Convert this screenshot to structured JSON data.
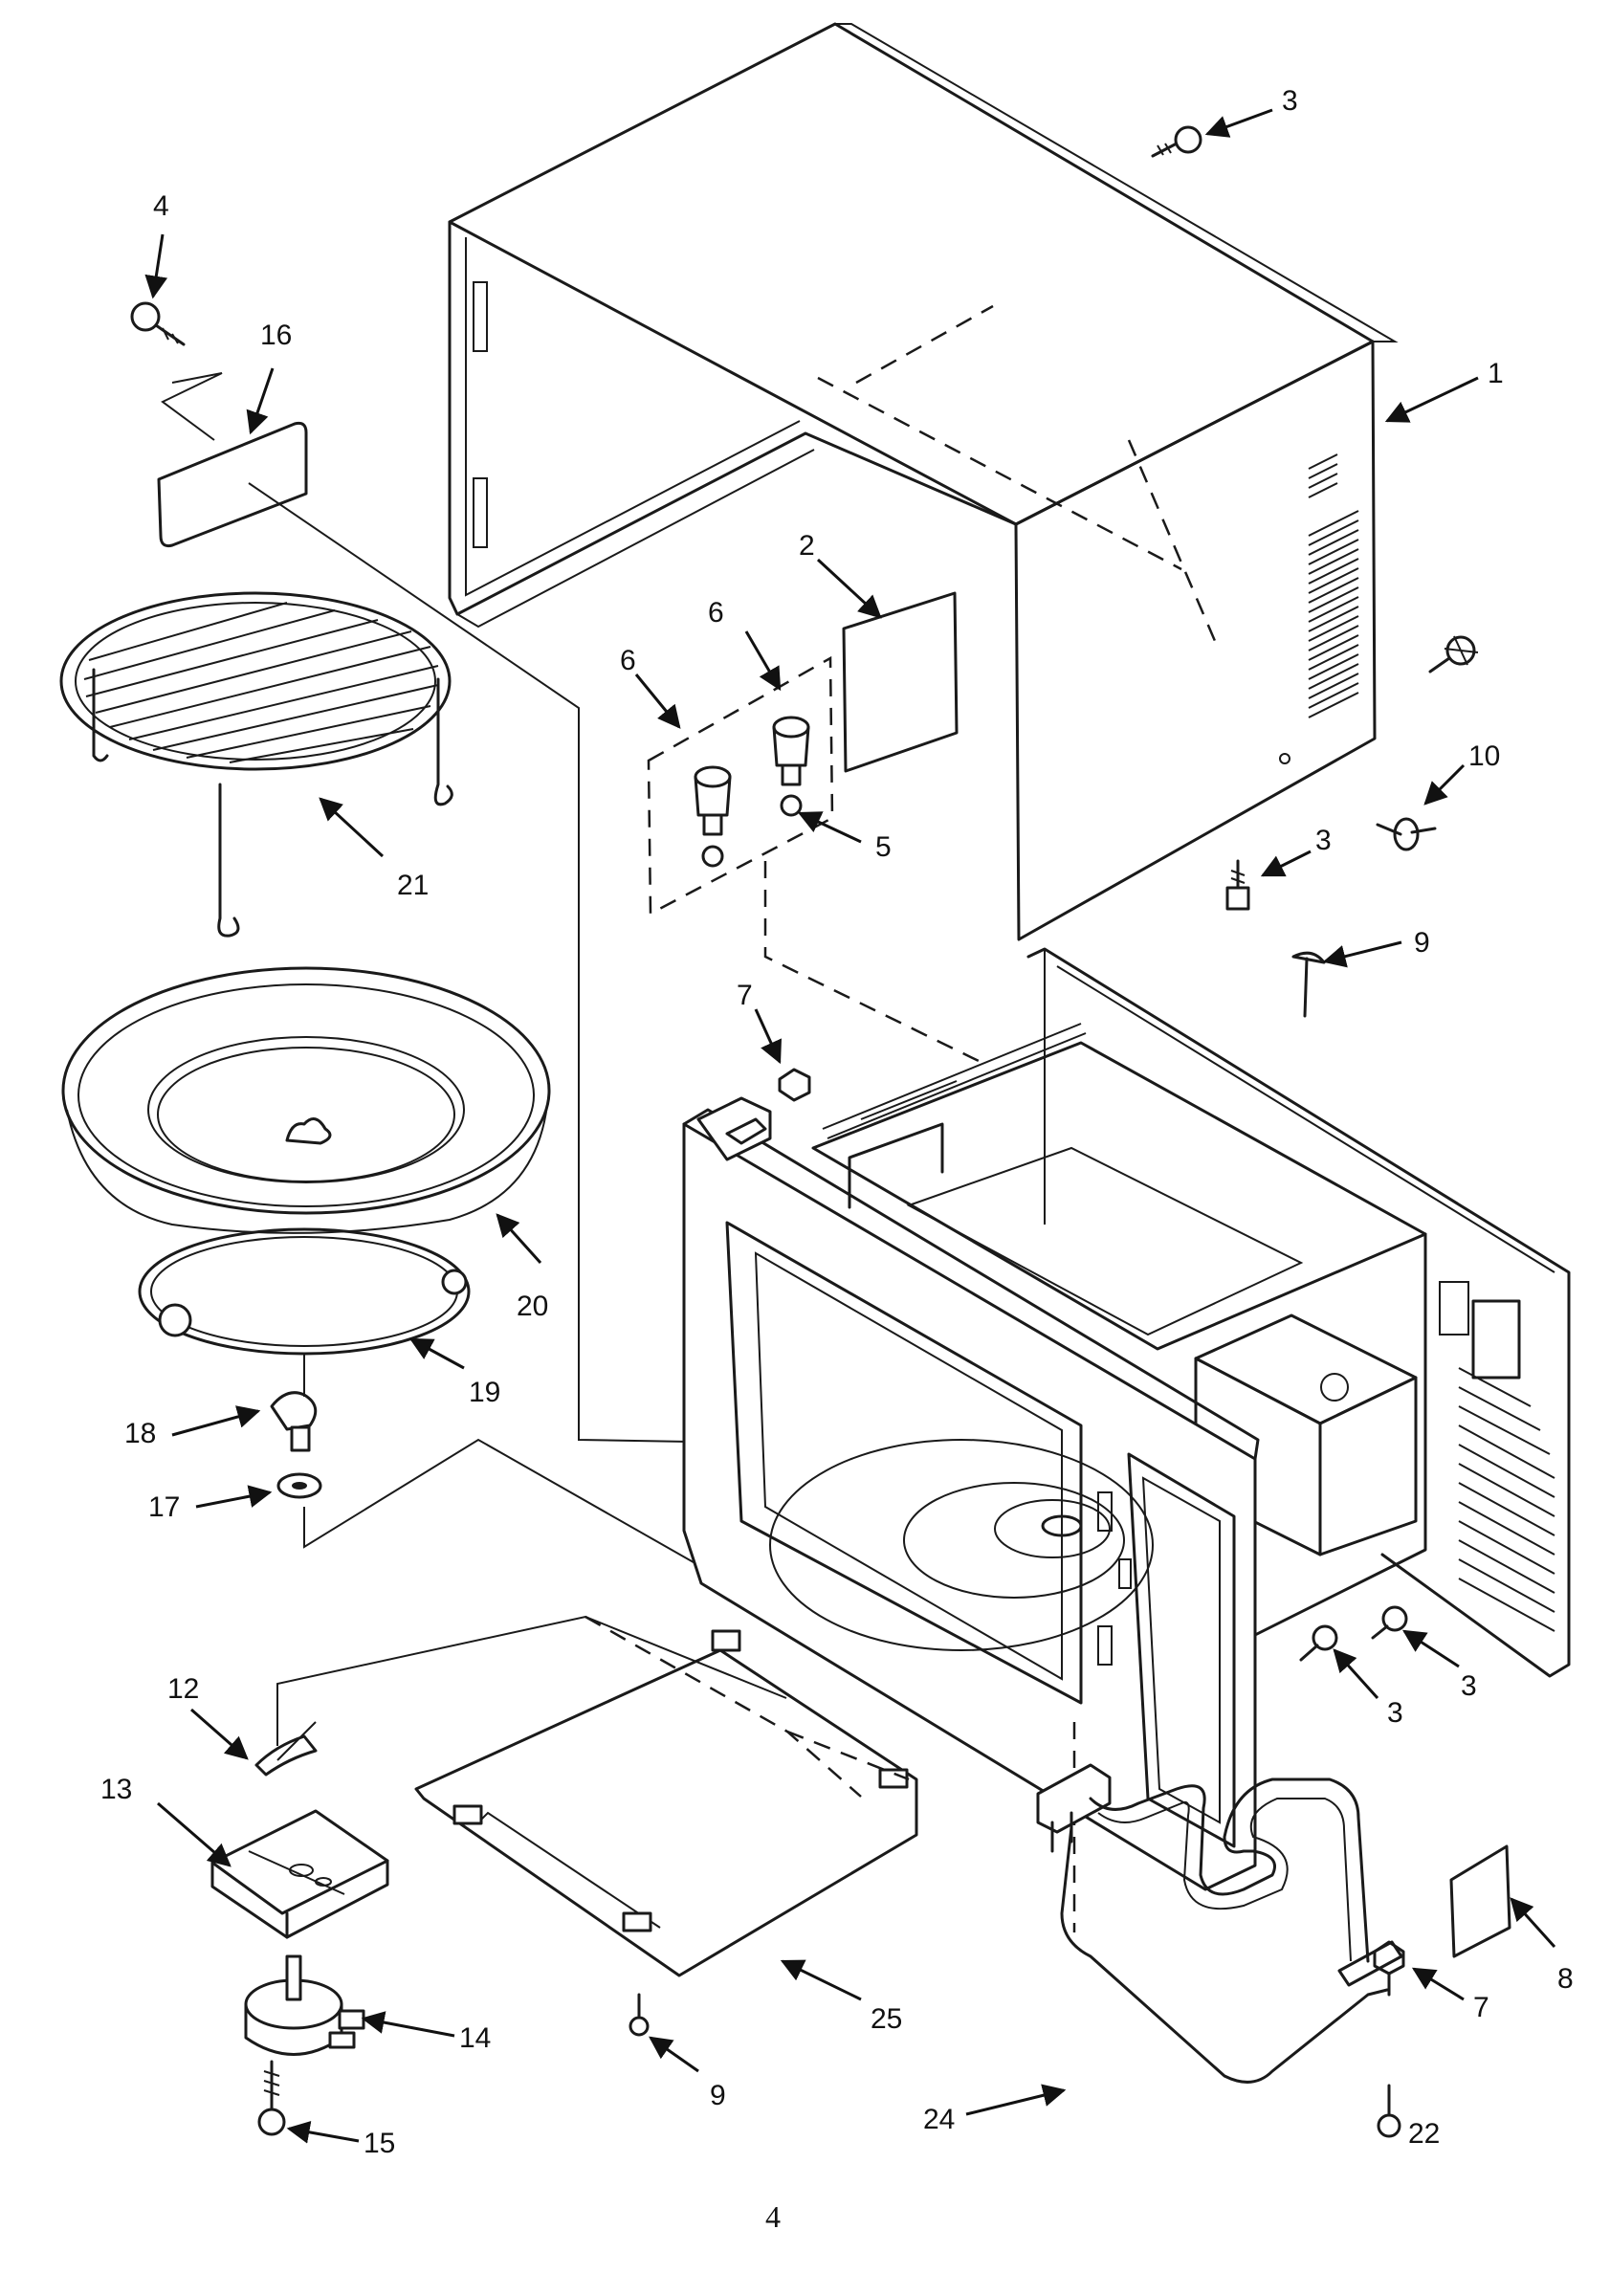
{
  "page_number": "4",
  "callouts": [
    {
      "id": "c1",
      "text": "1"
    },
    {
      "id": "c2",
      "text": "2"
    },
    {
      "id": "c3a",
      "text": "3"
    },
    {
      "id": "c3b",
      "text": "3"
    },
    {
      "id": "c3c",
      "text": "3"
    },
    {
      "id": "c3d",
      "text": "3"
    },
    {
      "id": "c4",
      "text": "4"
    },
    {
      "id": "c5",
      "text": "5"
    },
    {
      "id": "c6a",
      "text": "6"
    },
    {
      "id": "c6b",
      "text": "6"
    },
    {
      "id": "c7a",
      "text": "7"
    },
    {
      "id": "c7b",
      "text": "7"
    },
    {
      "id": "c8",
      "text": "8"
    },
    {
      "id": "c9a",
      "text": "9"
    },
    {
      "id": "c9b",
      "text": "9"
    },
    {
      "id": "c10",
      "text": "10"
    },
    {
      "id": "c12",
      "text": "12"
    },
    {
      "id": "c13",
      "text": "13"
    },
    {
      "id": "c14",
      "text": "14"
    },
    {
      "id": "c15",
      "text": "15"
    },
    {
      "id": "c16",
      "text": "16"
    },
    {
      "id": "c17",
      "text": "17"
    },
    {
      "id": "c18",
      "text": "18"
    },
    {
      "id": "c19",
      "text": "19"
    },
    {
      "id": "c20",
      "text": "20"
    },
    {
      "id": "c21",
      "text": "21"
    },
    {
      "id": "c22",
      "text": "22"
    },
    {
      "id": "c24",
      "text": "24"
    },
    {
      "id": "c25",
      "text": "25"
    }
  ]
}
